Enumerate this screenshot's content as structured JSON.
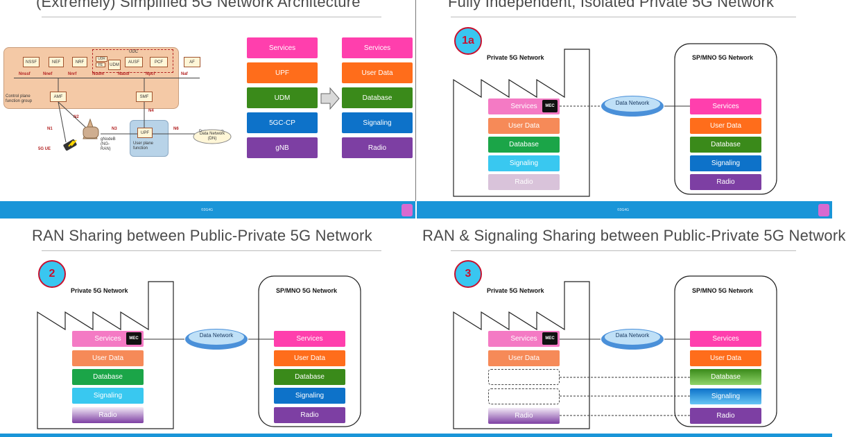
{
  "titles": {
    "p1": "(Extremely) Simplified 5G Network Architecture",
    "p2": "Fully Independent, Isolated Private 5G Network",
    "p3": "RAN Sharing between Public-Private 5G Network",
    "p4": "RAN & Signaling Sharing between Public-Private 5G Network"
  },
  "footer": {
    "copyright": "©3G4G"
  },
  "arch": {
    "nfs": [
      "NSSF",
      "NEF",
      "NRF",
      "UDM",
      "AUSF",
      "PCF",
      "AF"
    ],
    "udc": "UDC",
    "udr": "UDR",
    "fe": "FE",
    "iface": [
      "Nnssf",
      "Nnef",
      "Nnrf",
      "Nudm",
      "Nausf",
      "Npcf",
      "Naf"
    ],
    "amf": "AMF",
    "smf": "SMF",
    "upf": "UPF",
    "cp_label": "Control plane function group",
    "up_label": "User plane function",
    "dn": "Data Network (DN)",
    "gnb": "gNodeB (NG-RAN)",
    "ue": "5G UE",
    "n1": "N1",
    "n2": "N2",
    "n3": "N3",
    "n4": "N4",
    "n6": "N6"
  },
  "stack_left": [
    "Services",
    "UPF",
    "UDM",
    "5GC-CP",
    "gNB"
  ],
  "stack_right": [
    "Services",
    "User Data",
    "Database",
    "Signaling",
    "Radio"
  ],
  "colors": {
    "services": "#ff3fad",
    "userdata": "#ff6d1b",
    "database": "#3a8a1a",
    "signaling": "#0d72c9",
    "radio": "#7d3fa3"
  },
  "private": {
    "label": "Private 5G Network",
    "sp_label": "SP/MNO 5G Network",
    "cloud": "Data Network",
    "mec": "MEC",
    "layers": [
      "Services",
      "User Data",
      "Database",
      "Signaling",
      "Radio"
    ]
  },
  "badges": [
    "1a",
    "2",
    "3"
  ]
}
